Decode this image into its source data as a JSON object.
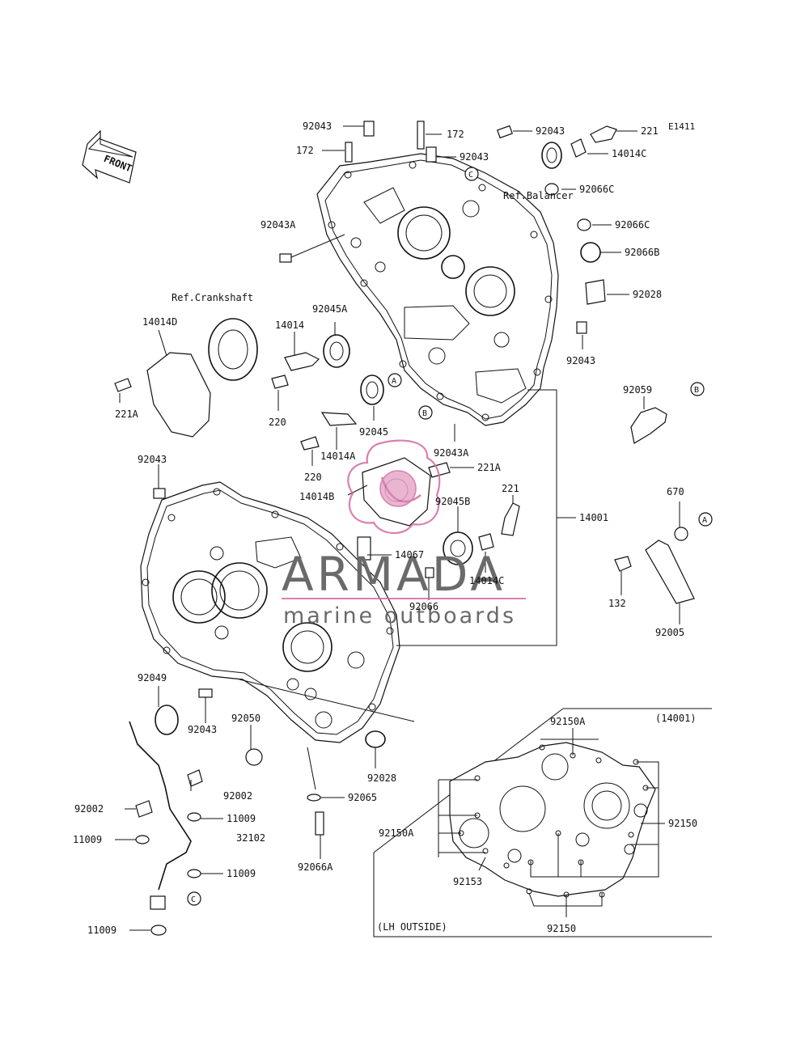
{
  "figure_code": "E1411",
  "front_label": "FRONT",
  "watermark": {
    "brand": "ARMADA",
    "tagline": "marine outboards",
    "accent_color": "#d46aa3",
    "text_color": "#6a6a6a"
  },
  "callouts": {
    "c1": "92043",
    "c2": "172",
    "c3": "172",
    "c4": "92043",
    "c5": "92043",
    "c6": "221",
    "c7": "14014C",
    "c8": "Ref.Balancer",
    "c9": "92066C",
    "c10": "92066C",
    "c11": "92066B",
    "c12": "92028",
    "c13": "92043",
    "c14": "92043A",
    "c15": "Ref.Crankshaft",
    "c16": "14014D",
    "c17": "92045A",
    "c18": "14014",
    "c19": "221A",
    "c20": "220",
    "c21": "92045",
    "c22": "92059",
    "c23": "92043A",
    "c24": "220",
    "c25": "14014A",
    "c26": "221A",
    "c27": "92043",
    "c28": "14014B",
    "c29": "221",
    "c30": "92045B",
    "c31": "670",
    "c32": "14001",
    "c33": "14067",
    "c34": "14014C",
    "c35": "132",
    "c36": "92066",
    "c37": "92005",
    "c38": "92049",
    "c39": "92043",
    "c40": "92050",
    "c41": "92028",
    "c42": "92002",
    "c43": "92002",
    "c44": "11009",
    "c45": "11009",
    "c46": "32102",
    "c47": "92065",
    "c48": "11009",
    "c49": "92066A",
    "c50": "11009"
  },
  "circle_refs": [
    "A",
    "B",
    "C"
  ],
  "inset": {
    "ref": "(14001)",
    "caption": "(LH OUTSIDE)",
    "labels": [
      "92150A",
      "92150A",
      "92150",
      "92153",
      "92150"
    ]
  }
}
